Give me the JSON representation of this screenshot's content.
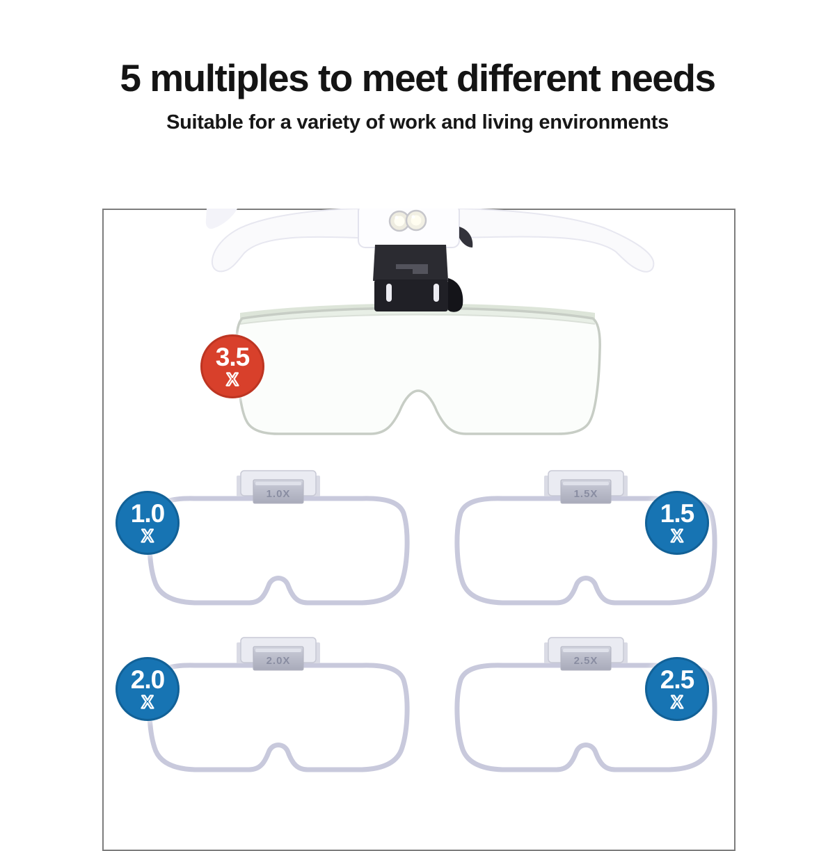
{
  "header": {
    "title": "5 multiples to meet different needs",
    "subtitle": "Suitable for a variety of work and living environments"
  },
  "colors": {
    "badge_blue": "#1774b3",
    "badge_red": "#d8402b",
    "frame_border": "#7d7d7d",
    "lens_outline": "#c8c9dc"
  },
  "main_magnifier": {
    "badge": {
      "value": "3.5",
      "unit": "X"
    }
  },
  "lenses": [
    {
      "badge": {
        "value": "1.0",
        "unit": "X"
      },
      "clip_label": "1.0X",
      "badge_side": "left"
    },
    {
      "badge": {
        "value": "1.5",
        "unit": "X"
      },
      "clip_label": "1.5X",
      "badge_side": "right"
    },
    {
      "badge": {
        "value": "2.0",
        "unit": "X"
      },
      "clip_label": "2.0X",
      "badge_side": "left"
    },
    {
      "badge": {
        "value": "2.5",
        "unit": "X"
      },
      "clip_label": "2.5X",
      "badge_side": "right"
    }
  ]
}
